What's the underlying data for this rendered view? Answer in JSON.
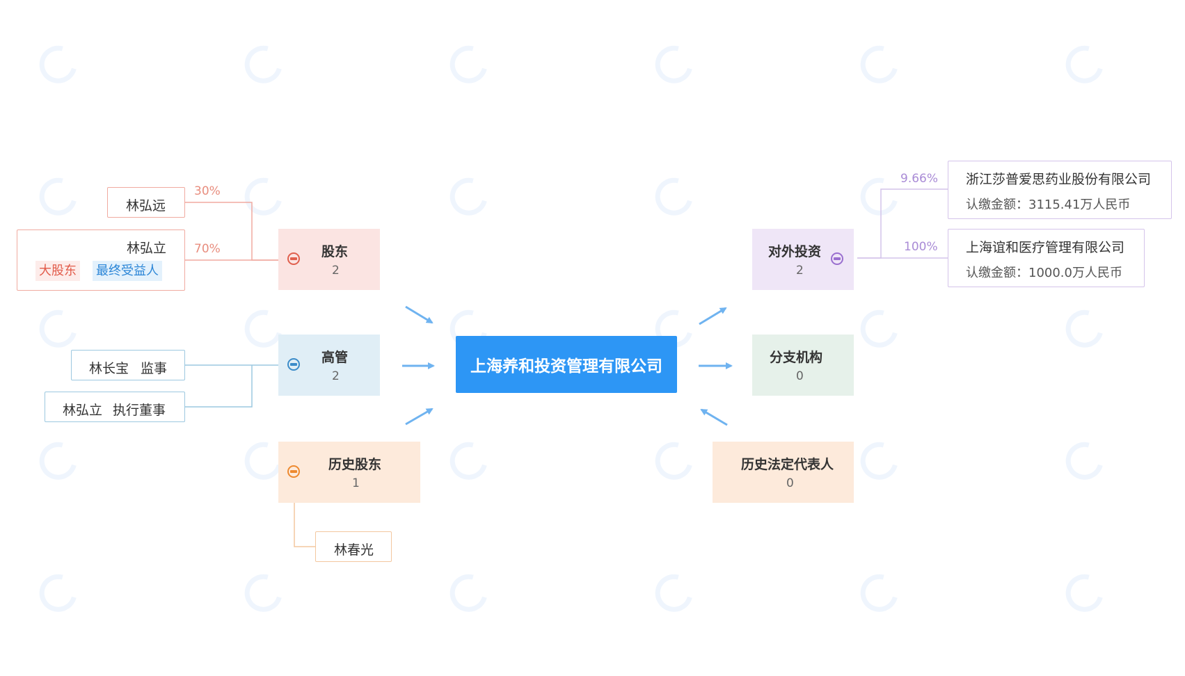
{
  "company": "上海养和投资管理有限公司",
  "shareholders": {
    "label": "股东",
    "count": "2",
    "items": [
      {
        "name": "林弘远",
        "percent": "30%"
      },
      {
        "name": "林弘立",
        "percent": "70%",
        "tags": [
          "大股东",
          "最终受益人"
        ]
      }
    ]
  },
  "executives": {
    "label": "高管",
    "count": "2",
    "items": [
      {
        "name": "林长宝",
        "role": "监事"
      },
      {
        "name": "林弘立",
        "role": "执行董事"
      }
    ]
  },
  "history_shareholders": {
    "label": "历史股东",
    "count": "1",
    "items": [
      {
        "name": "林春光"
      }
    ]
  },
  "investments": {
    "label": "对外投资",
    "count": "2",
    "items": [
      {
        "name": "浙江莎普爱思药业股份有限公司",
        "percent": "9.66%",
        "amount": "认缴金额：3115.41万人民币"
      },
      {
        "name": "上海谊和医疗管理有限公司",
        "percent": "100%",
        "amount": "认缴金额：1000.0万人民币"
      }
    ]
  },
  "branches": {
    "label": "分支机构",
    "count": "0"
  },
  "history_legal_rep": {
    "label": "历史法定代表人",
    "count": "0"
  },
  "colors": {
    "center": "#2d96f5",
    "shareholders": "#fbe4e2",
    "executives": "#e0eef6",
    "history": "#fdeadb",
    "investments": "#efe6f7",
    "branches": "#e6f1ea",
    "arrow": "#6fb3f0"
  }
}
